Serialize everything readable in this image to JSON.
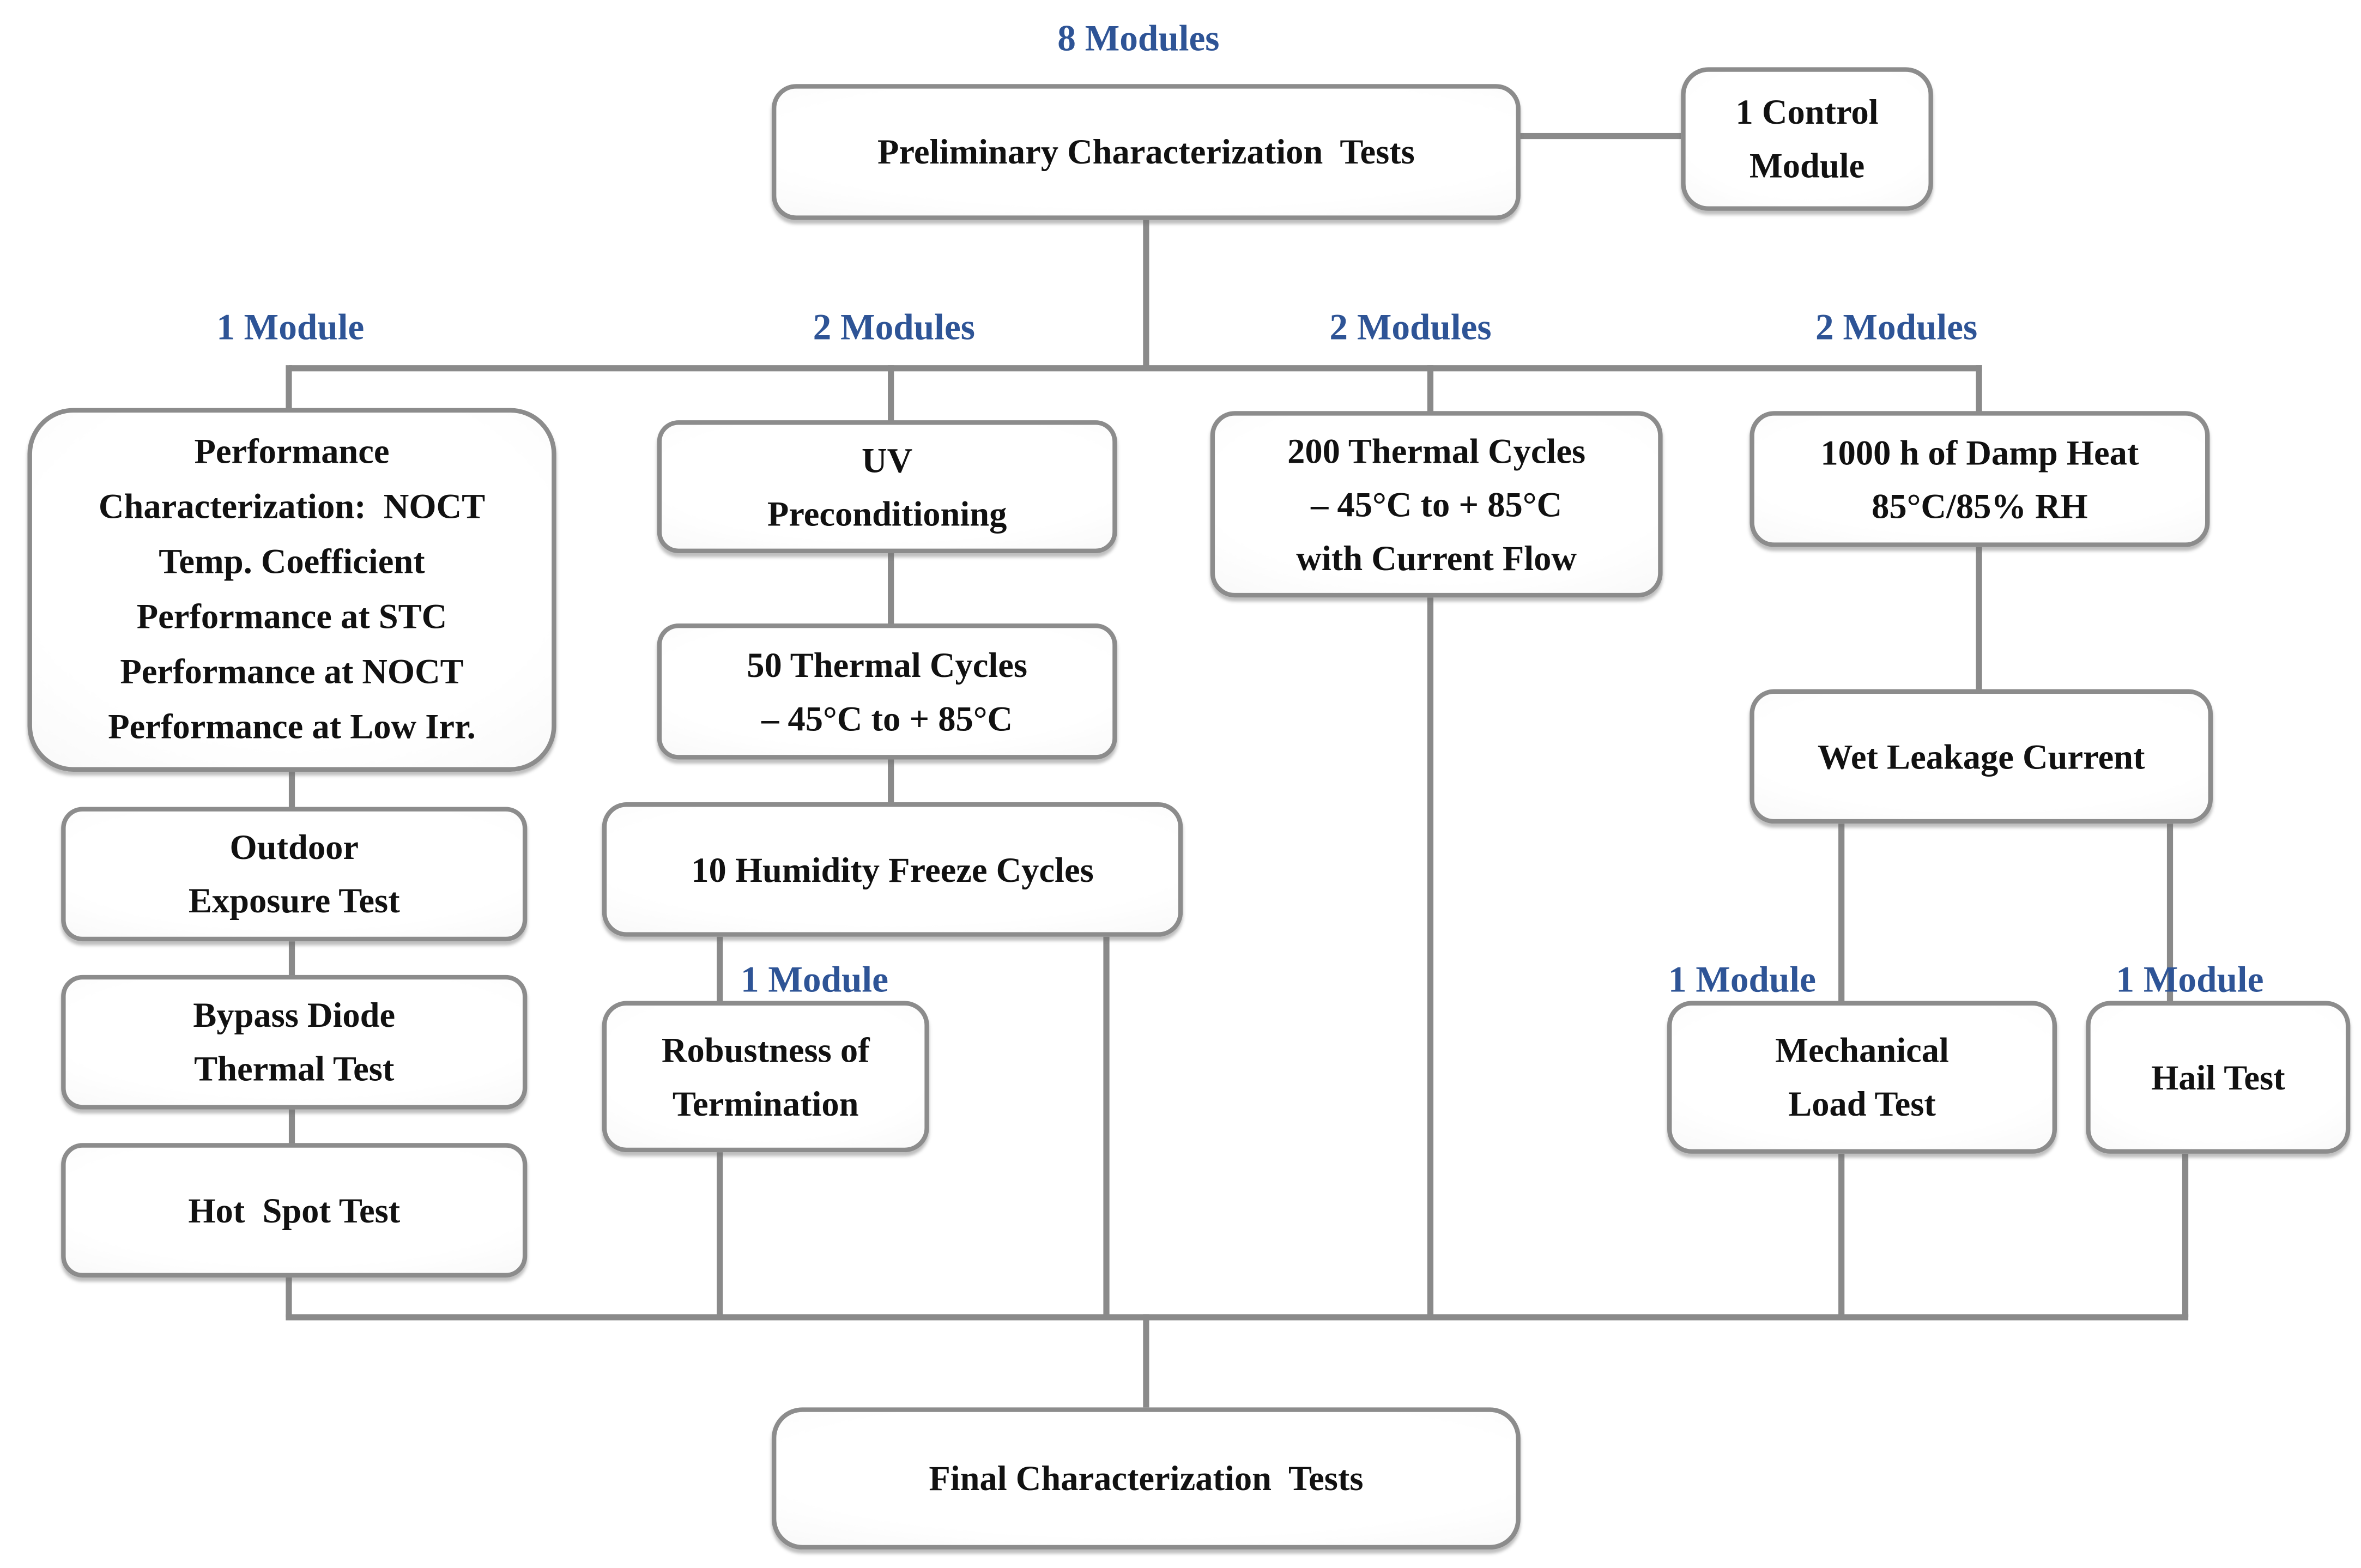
{
  "colors": {
    "label_blue": "#2E5496",
    "connector_gray": "#8A8A8A",
    "box_border_gray": "#8C8C8C",
    "box_fill_center": "#FFFFFF",
    "box_fill_edge": "#E6E6E6",
    "text_black": "#111111"
  },
  "labels": {
    "top": "8 Modules",
    "b1": "1 Module",
    "b2": "2 Modules",
    "b3": "2 Modules",
    "b4": "2 Modules",
    "robustness": "1 Module",
    "mechanical": "1 Module",
    "hail": "1 Module"
  },
  "nodes": {
    "prelim": "Preliminary Characterization  Tests",
    "control": "1 Control\nModule",
    "performance": "Performance\nCharacterization:  NOCT\nTemp. Coefficient\nPerformance at STC\nPerformance at NOCT\nPerformance at Low Irr.",
    "outdoor": "Outdoor\nExposure Test",
    "bypass": "Bypass Diode\nThermal Test",
    "hotspot": "Hot  Spot Test",
    "uv": "UV\nPreconditioning",
    "tc50": "50 Thermal Cycles\n– 45°C to + 85°C",
    "humidity": "10 Humidity Freeze Cycles",
    "robustness": "Robustness of\nTermination",
    "tc200": "200 Thermal Cycles\n– 45°C to + 85°C\nwith Current Flow",
    "damp": "1000 h of Damp Heat\n85°C/85% RH",
    "wet": "Wet Leakage Current",
    "mech": "Mechanical\nLoad Test",
    "hail": "Hail Test",
    "final": "Final Characterization  Tests"
  }
}
